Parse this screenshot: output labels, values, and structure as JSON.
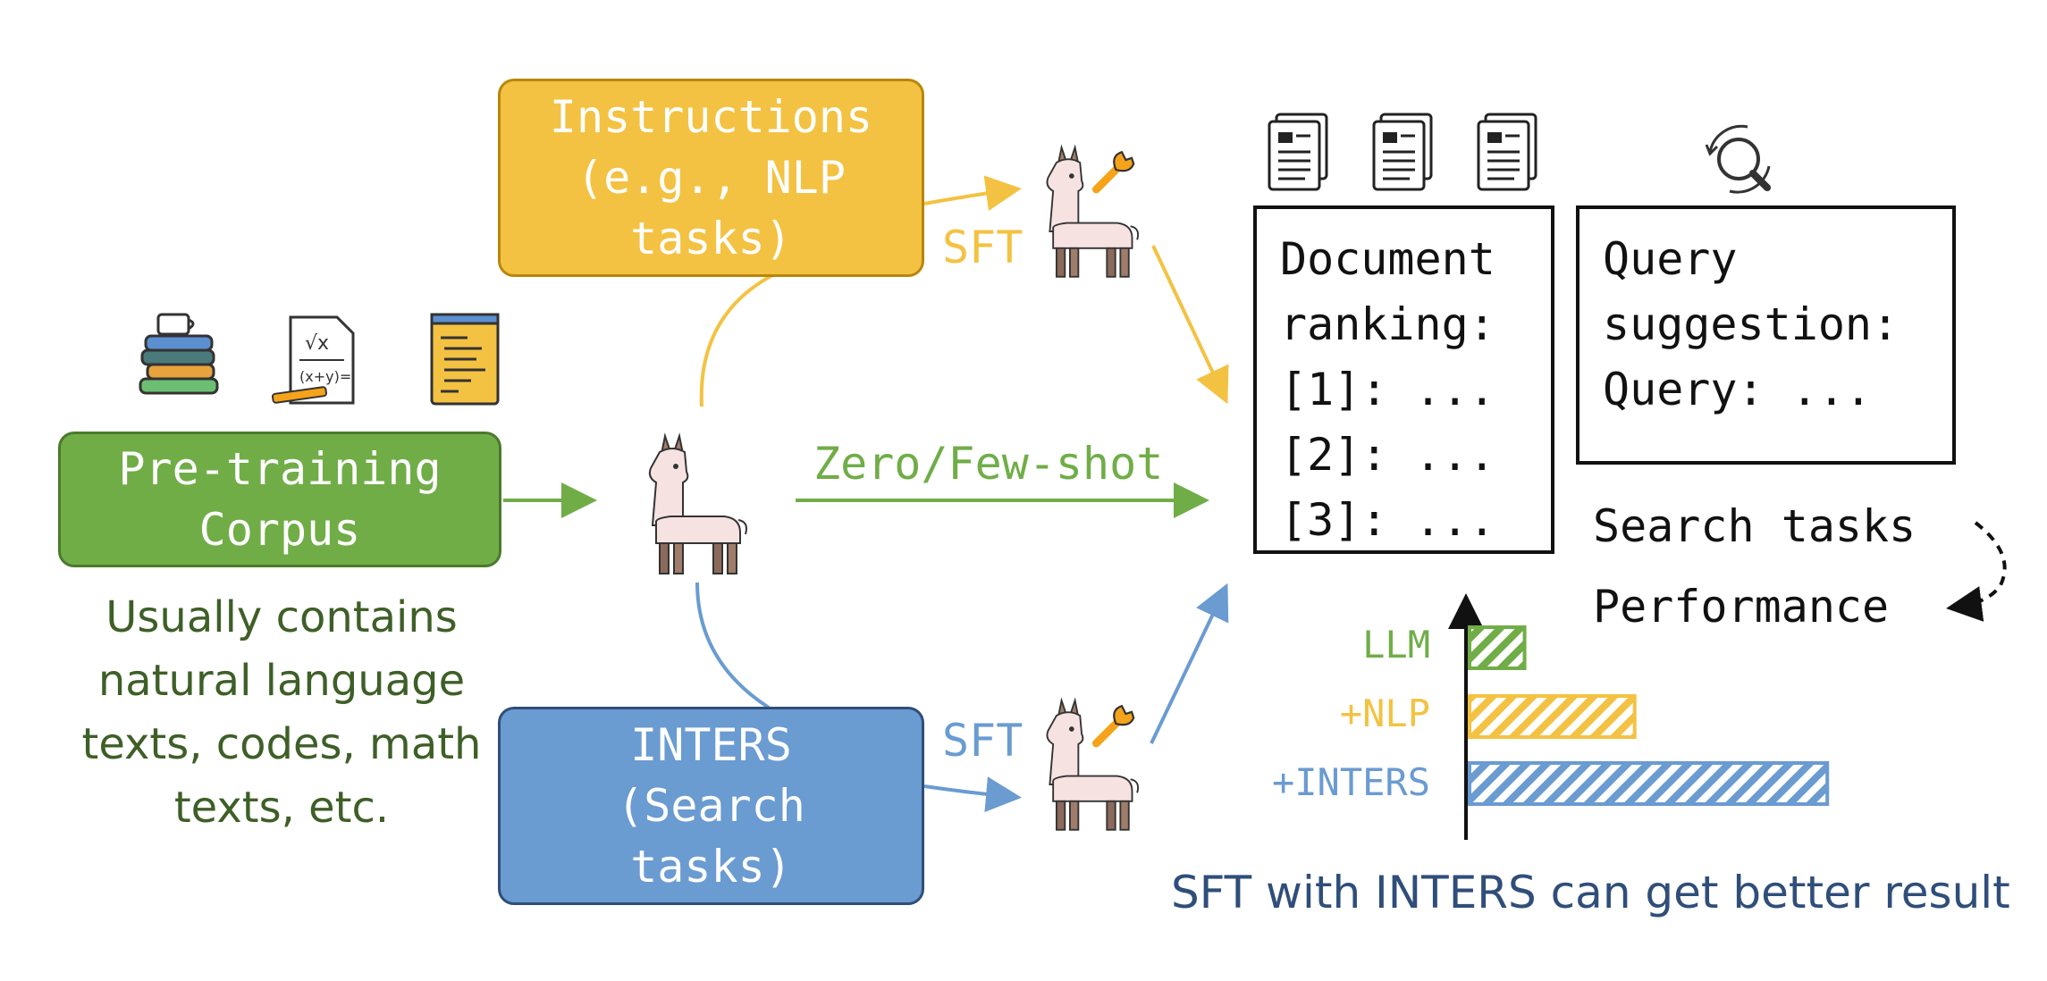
{
  "boxes": {
    "instructions": "Instructions\n(e.g., NLP\ntasks)",
    "pretraining": "Pre-training\nCorpus",
    "inters": "INTERS\n(Search\ntasks)"
  },
  "corpus_note": "Usually contains\nnatural language\ntexts, codes, math\ntexts, etc.",
  "arrows": {
    "sft_top": "SFT",
    "sft_bottom": "SFT",
    "zero_few_shot": "Zero/Few-shot"
  },
  "document_ranking": "Document\nranking:\n[1]: ...\n[2]: ...\n[3]: ...",
  "query_suggestion": "Query\nsuggestion:\nQuery: ...",
  "search_tasks": "Search tasks",
  "performance": "Performance",
  "caption": "SFT with INTERS can get better result",
  "chart_data": {
    "type": "bar",
    "orientation": "horizontal",
    "categories": [
      "LLM",
      "+NLP",
      "+INTERS"
    ],
    "values": [
      1,
      3,
      6.5
    ],
    "colors": [
      "#70AD47",
      "#F4C242",
      "#6A9BD1"
    ],
    "xlim": [
      0,
      7
    ]
  },
  "colors": {
    "yellow": "#F4C242",
    "green": "#70AD47",
    "blue": "#6A9BD1",
    "green_text": "#3E5F27",
    "caption": "#2F4E7A"
  }
}
